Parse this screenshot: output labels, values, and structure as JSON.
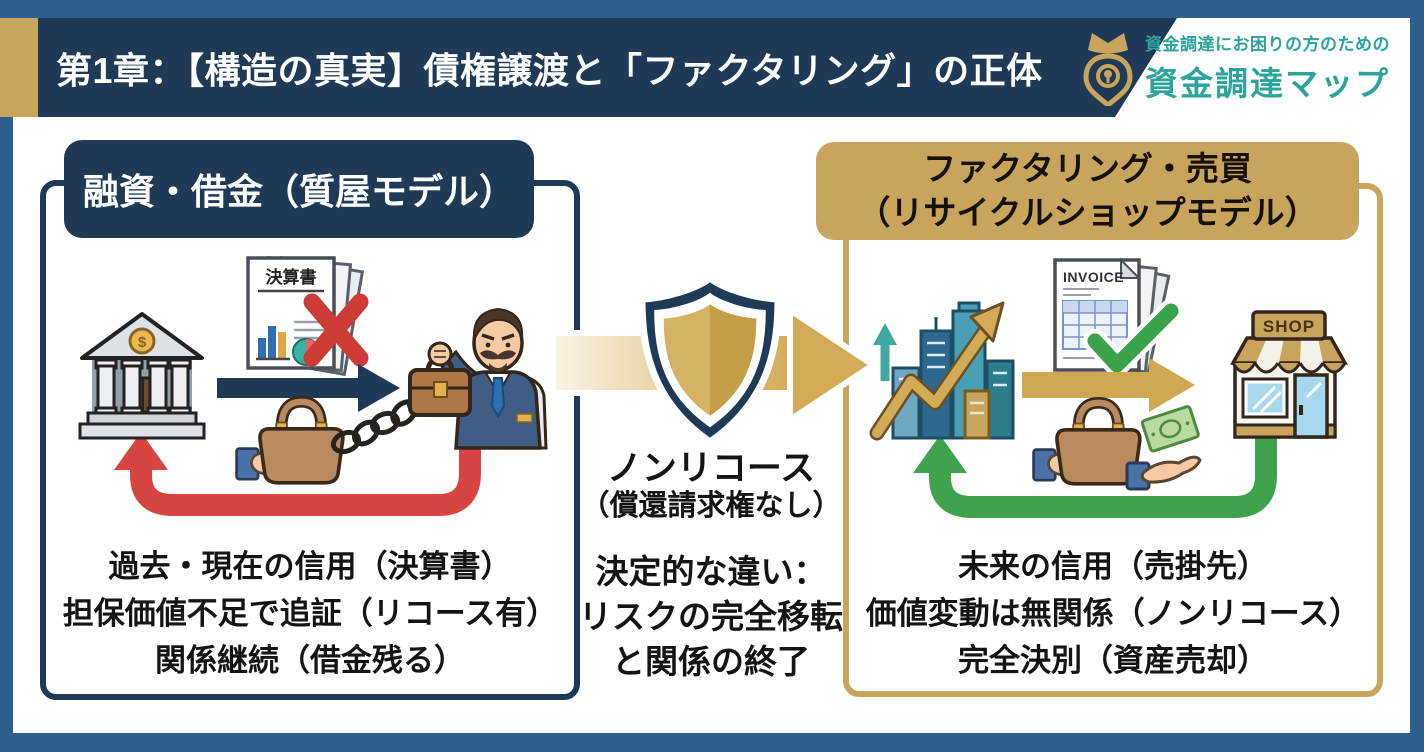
{
  "header": {
    "title": "第1章：【構造の真実】債権譲渡と「ファクタリング」の正体",
    "logo": {
      "tagline": "資金調達にお困りの方のための",
      "brand": "資金調達マップ"
    }
  },
  "left_panel": {
    "title": "融資・借金（質屋モデル）",
    "document_label": "決算書",
    "bank_symbol": "$",
    "notes": [
      "過去・現在の信用（決算書）",
      "担保価値不足で追証（リコース有）",
      "関係継続（借金残る）"
    ]
  },
  "right_panel": {
    "title_line1": "ファクタリング・売買",
    "title_line2": "（リサイクルショップモデル）",
    "document_label": "INVOICE",
    "shop_label": "SHOP",
    "notes": [
      "未来の信用（売掛先）",
      "価値変動は無関係（ノンリコース）",
      "完全決別（資産売却）"
    ]
  },
  "center": {
    "shield_label_line1": "ノンリコース",
    "shield_label_line2": "（償還請求権なし）",
    "difference_lines": [
      "決定的な違い：",
      "リスクの完全移転",
      "と関係の終了"
    ]
  },
  "colors": {
    "frame_blue": "#2f5f8d",
    "navy": "#1e3a57",
    "gold": "#c9a45c",
    "teal": "#2ba49a",
    "alert_red": "#d64541",
    "success_green": "#3fa34d"
  }
}
